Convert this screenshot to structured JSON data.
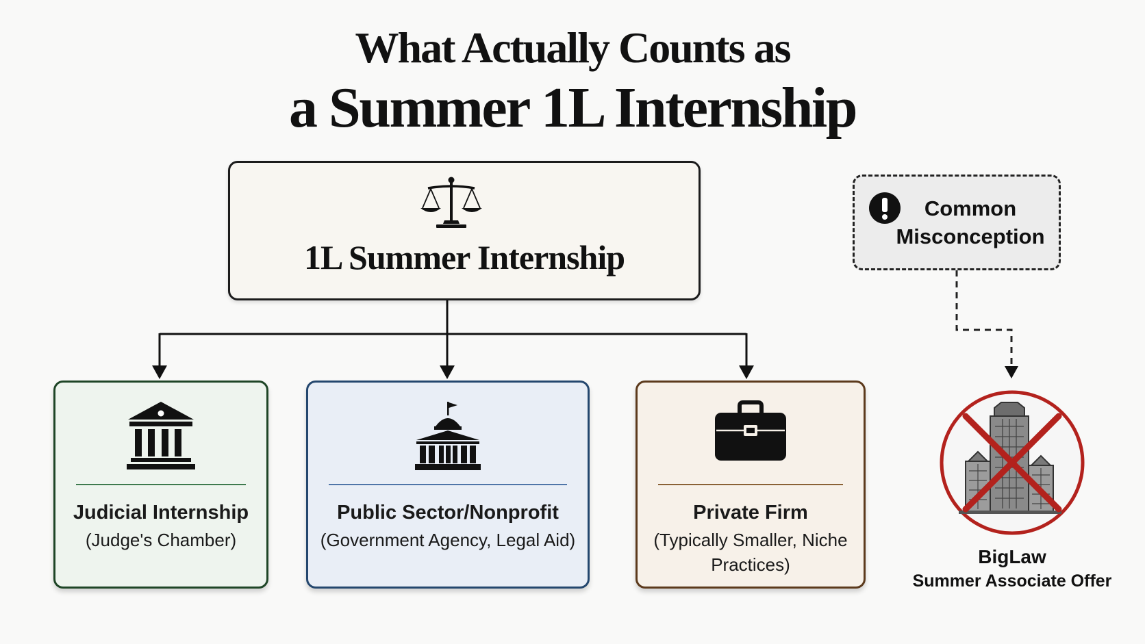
{
  "title": {
    "line1": "What Actually Counts as",
    "line2": "a Summer 1L Internship"
  },
  "root": {
    "label": "1L Summer Internship",
    "icon": "scales-of-justice-icon"
  },
  "branches": [
    {
      "heading": "Judicial Internship",
      "sub": "(Judge's Chamber)",
      "icon": "courthouse-icon",
      "accent": "#1e4526",
      "background": "#eef4ee"
    },
    {
      "heading": "Public Sector/Nonprofit",
      "sub": "(Government Agency, Legal Aid)",
      "icon": "government-building-icon",
      "accent": "#24476e",
      "background": "#e9eef6"
    },
    {
      "heading": "Private Firm",
      "sub": "(Typically Smaller, Niche Practices)",
      "icon": "briefcase-icon",
      "accent": "#5c3a1c",
      "background": "#f7f1e9"
    }
  ],
  "misconception": {
    "label": "Common Misconception",
    "icon": "exclamation-icon",
    "excluded": {
      "title": "BigLaw",
      "subtitle": "Summer Associate Offer",
      "icon": "crossed-out-skyscrapers-icon",
      "color": "#b3221d"
    }
  }
}
